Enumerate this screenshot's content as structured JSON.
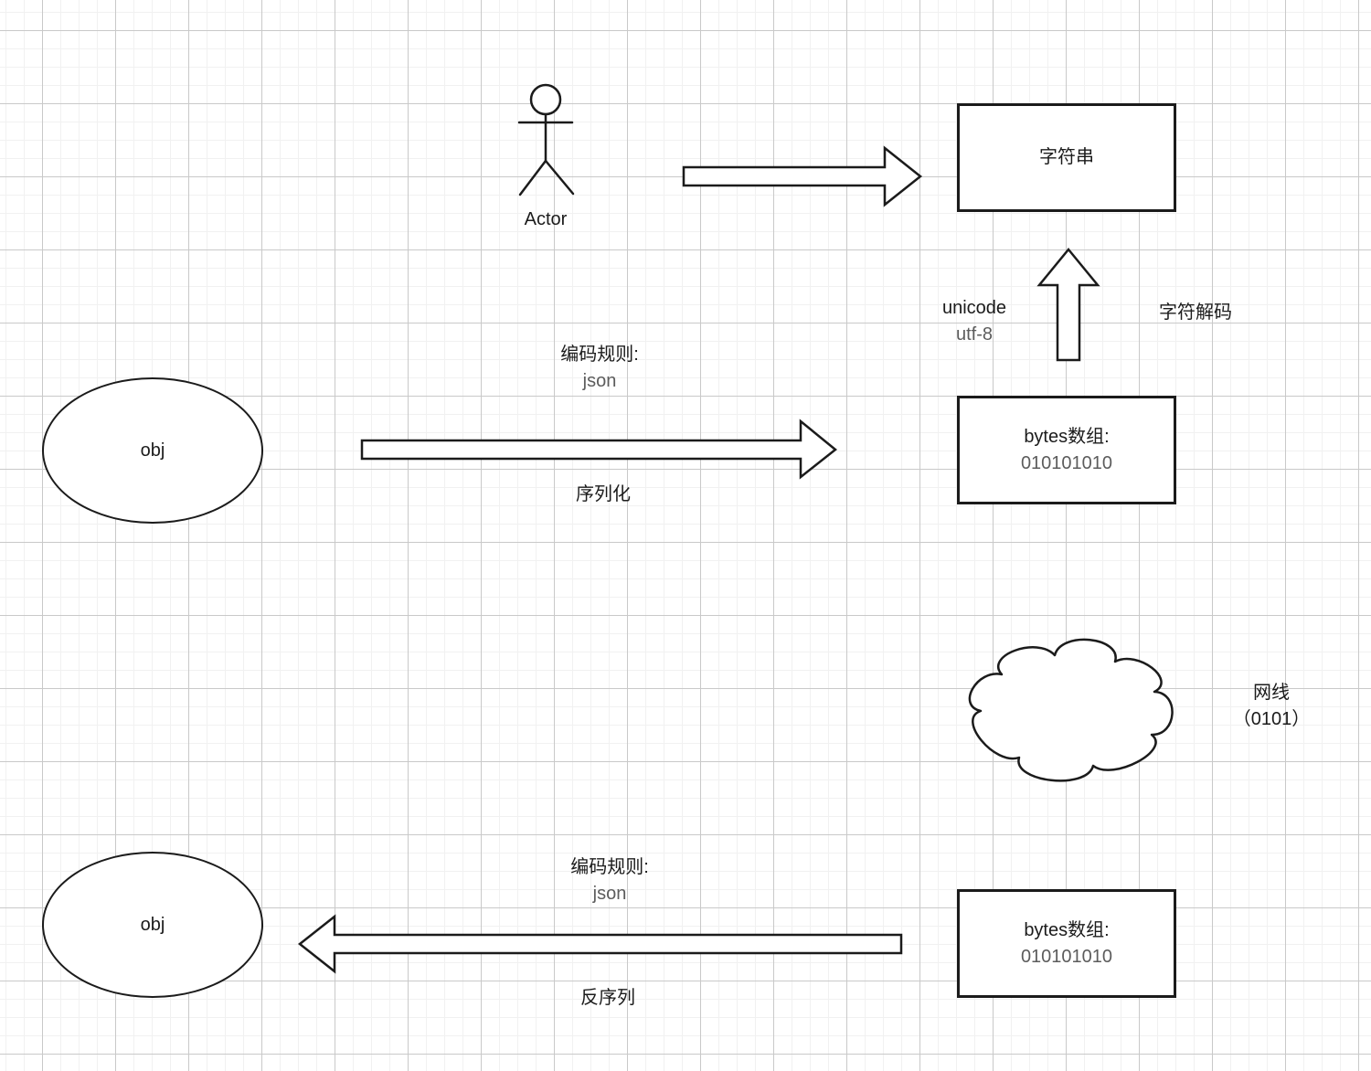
{
  "diagram": {
    "actor": {
      "label": "Actor"
    },
    "string_box": {
      "label": "字符串"
    },
    "unicode_note": {
      "line1": "unicode",
      "line2": "utf-8"
    },
    "decode_note": {
      "text": "字符解码"
    },
    "bytes_box_top": {
      "line1": "bytes数组:",
      "line2": "010101010"
    },
    "obj_top": {
      "label": "obj"
    },
    "serialize_rule": {
      "line1": "编码规则:",
      "line2": "json"
    },
    "serialize_note": {
      "text": "序列化"
    },
    "network_note": {
      "line1": "网线",
      "line2": "（0101）"
    },
    "obj_bottom": {
      "label": "obj"
    },
    "deserialize_rule": {
      "line1": "编码规则:",
      "line2": "json"
    },
    "deserialize_note": {
      "text": "反序列"
    },
    "bytes_box_bottom": {
      "line1": "bytes数组:",
      "line2": "010101010"
    }
  },
  "colors": {
    "canvas_bg": "#ffffff",
    "grid_minor": "#f1f1f1",
    "grid_major": "#c9c9c9",
    "shape_stroke": "#1b1b1b",
    "text_primary": "#1b1b1b",
    "text_secondary": "#5c5c5c"
  }
}
